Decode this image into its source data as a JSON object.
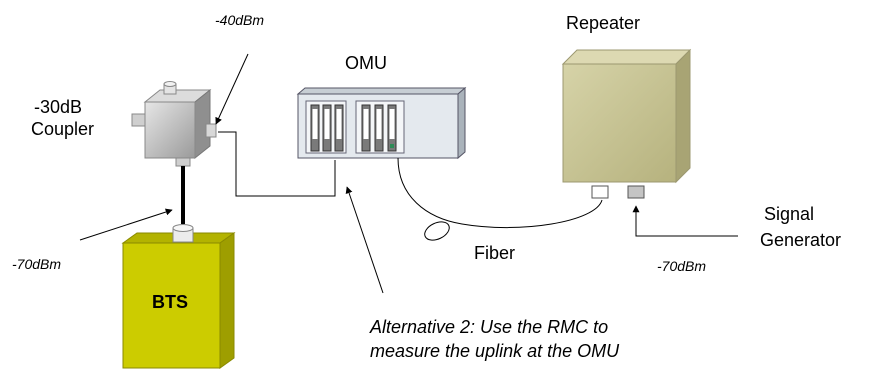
{
  "labels": {
    "minus40": "-40dBm",
    "coupler_line1": "-30dB",
    "coupler_line2": "Coupler",
    "omu": "OMU",
    "repeater": "Repeater",
    "minus70_left": "-70dBm",
    "bts": "BTS",
    "fiber": "Fiber",
    "signal_line1": "Signal",
    "signal_line2": "Generator",
    "minus70_right": "-70dBm",
    "alt_line1": "Alternative 2: Use the RMC to",
    "alt_line2": "measure the uplink at the OMU"
  },
  "colors": {
    "bts_fill": "#cccc00",
    "repeater_fill": "#c9c596",
    "coupler_fill": "#bbbbbb",
    "omu_fill": "#dfe6ec",
    "slot_led": "#2e8b57"
  }
}
